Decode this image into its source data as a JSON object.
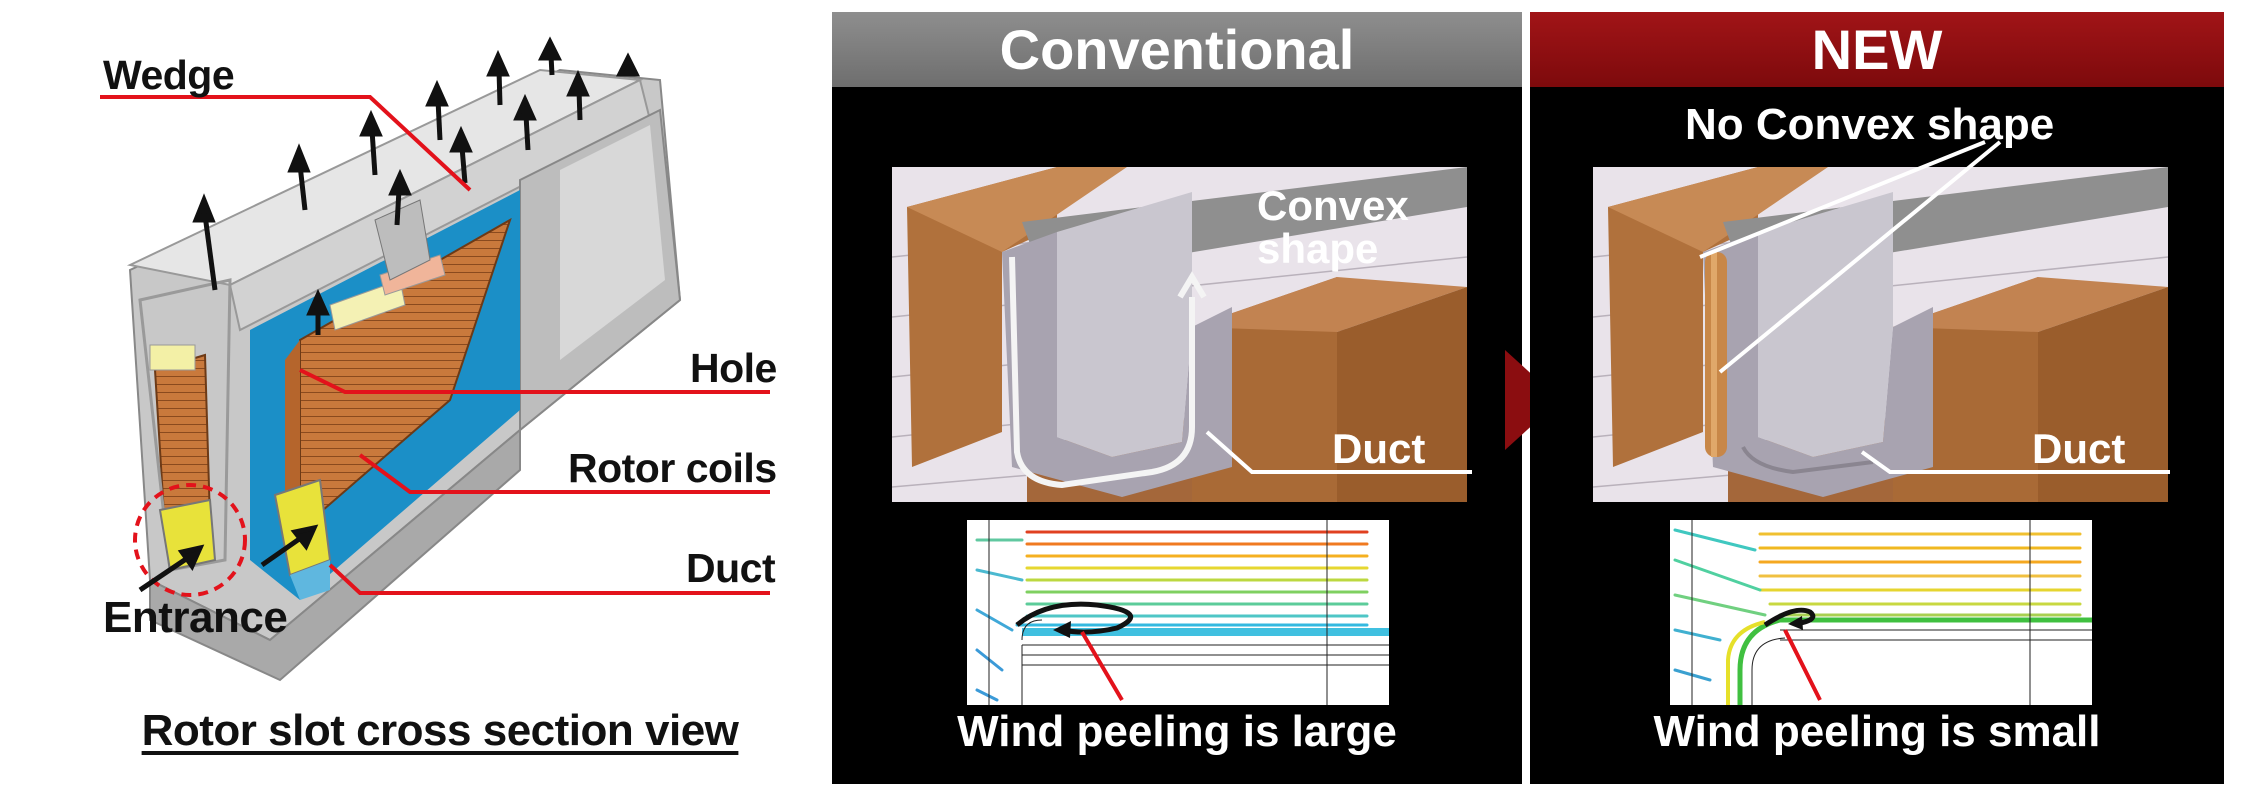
{
  "left_diagram": {
    "labels": {
      "wedge": "Wedge",
      "hole": "Hole",
      "rotor_coils": "Rotor coils",
      "duct": "Duct",
      "entrance": "Entrance"
    },
    "caption": "Rotor slot cross section view"
  },
  "conventional": {
    "header": "Conventional",
    "convex_label": "Convex\nshape",
    "convex_line1": "Convex",
    "convex_line2": "shape",
    "duct_label": "Duct",
    "result": "Wind peeling is large"
  },
  "new_design": {
    "header": "NEW",
    "no_convex_label": "No Convex shape",
    "duct_label": "Duct",
    "result": "Wind peeling is small"
  },
  "colors": {
    "conventional_header": "#7a7a7a",
    "new_header": "#8b0d10",
    "arrow": "#8b0d10",
    "leader_red": "#e3121b",
    "coil_copper": "#c9793c",
    "coolant_blue": "#1b8fc7",
    "duct_yellow": "#e8e23a"
  }
}
